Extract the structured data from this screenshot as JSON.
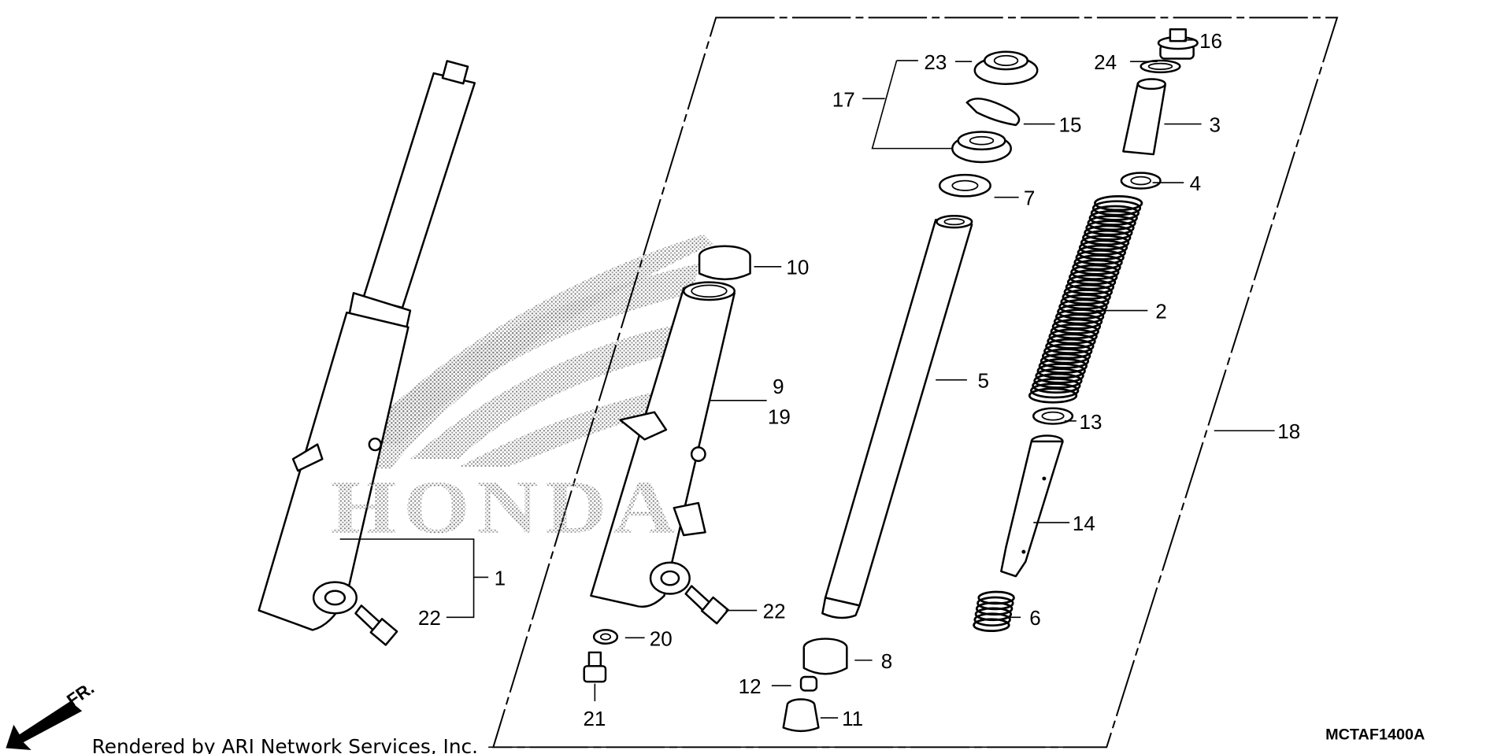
{
  "diagram": {
    "watermark": "HONDA",
    "direction_label": "FR.",
    "footer": "Rendered by ARI Network Services, Inc.",
    "diagram_code": "MCTAF1400A",
    "callouts": {
      "c1": "1",
      "c2": "2",
      "c3": "3",
      "c4": "4",
      "c5": "5",
      "c6": "6",
      "c7": "7",
      "c8": "8",
      "c9": "9",
      "c10": "10",
      "c11": "11",
      "c12": "12",
      "c13": "13",
      "c14": "14",
      "c15": "15",
      "c16": "16",
      "c17": "17",
      "c18": "18",
      "c19": "19",
      "c20": "20",
      "c21": "21",
      "c22a": "22",
      "c22b": "22",
      "c23": "23",
      "c24": "24"
    }
  }
}
